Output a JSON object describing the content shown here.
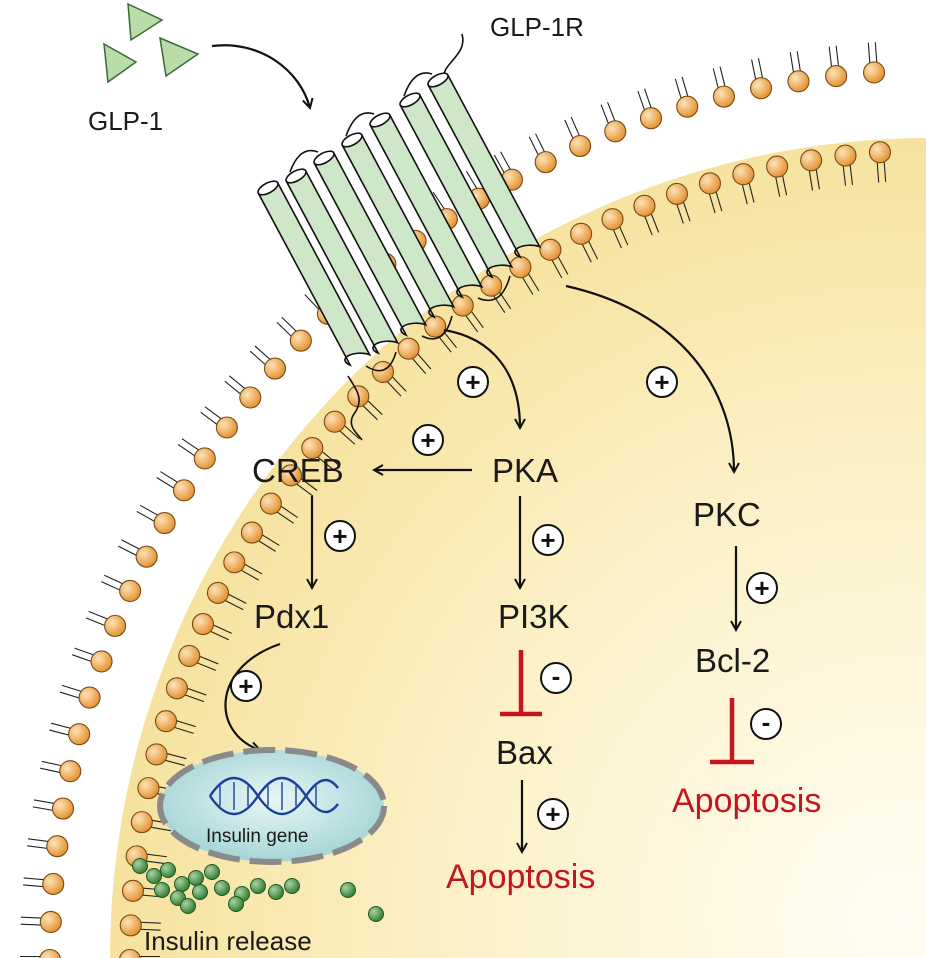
{
  "labels": {
    "ligand": "GLP-1",
    "receptor": "GLP-1R",
    "creb": "CREB",
    "pka": "PKA",
    "pkc": "PKC",
    "pdx1": "Pdx1",
    "pi3k": "PI3K",
    "bcl2": "Bcl-2",
    "bax": "Bax",
    "apoptosis_left": "Apoptosis",
    "apoptosis_right": "Apoptosis",
    "insulin_gene": "Insulin gene",
    "insulin_release": "Insulin release"
  },
  "signs": {
    "plus": "+",
    "minus": "-"
  },
  "colors": {
    "cytoplasm": "#f8e8a6",
    "lipid_head": "#f0a444",
    "receptor_helix": "#cfe7c9",
    "ligand": "#b9dca9",
    "nucleus": "#bfe3e3",
    "dna": "#1c3f9c",
    "insulin_granule": "#3d8a3d",
    "inhibition": "#c4161c"
  }
}
